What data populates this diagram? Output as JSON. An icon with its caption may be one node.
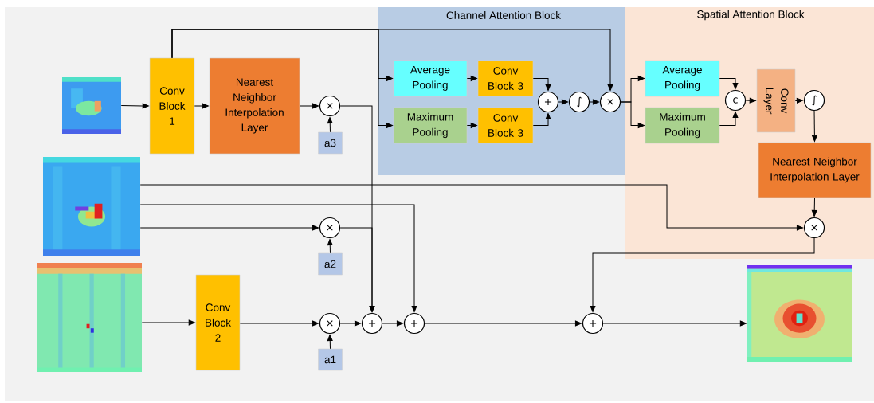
{
  "diagram": {
    "nodes": [
      {
        "text": [
          "Channel Attention Block"
        ]
      },
      {
        "text": [
          "Spatial Attention Block"
        ]
      },
      {
        "text": [],
        "shape": "picture"
      },
      {
        "text": [],
        "shape": "picture"
      },
      {
        "text": [],
        "shape": "picture"
      },
      {
        "text": [
          "Conv Block 1"
        ]
      },
      {
        "text": [
          "Nearest Neighbor Interpolation Layer"
        ]
      },
      {
        "text": [
          "×"
        ]
      },
      {
        "text": [
          "a3"
        ]
      },
      {
        "text": [
          "×"
        ]
      },
      {
        "text": [
          "a2"
        ]
      },
      {
        "text": [
          "Conv Block 2"
        ]
      },
      {
        "text": [
          "×"
        ]
      },
      {
        "text": [
          "a1"
        ]
      },
      {
        "text": [
          "+"
        ]
      },
      {
        "text": [
          "+"
        ]
      },
      {
        "text": [
          "Average Pooling"
        ],
        "in": 0
      },
      {
        "text": [
          "Conv Block 3"
        ],
        "in": 0
      },
      {
        "text": [
          "Maximum Pooling"
        ],
        "in": 0
      },
      {
        "text": [
          "Conv Block 3"
        ],
        "in": 0
      },
      {
        "text": [
          "+"
        ],
        "in": 0
      },
      {
        "text": [
          "∫"
        ],
        "in": 0
      },
      {
        "text": [
          "×"
        ],
        "in": 0
      },
      {
        "text": [
          "Average Pooling"
        ],
        "in": 1
      },
      {
        "text": [
          "Maximum Pooling"
        ],
        "in": 1
      },
      {
        "text": [
          "c"
        ],
        "in": 1
      },
      {
        "text": [
          "Conv Layer"
        ],
        "in": 1
      },
      {
        "text": [
          "∫"
        ],
        "in": 1
      },
      {
        "text": [
          "Nearest Neighbor Interpolation Layer"
        ],
        "in": 1
      },
      {
        "text": [
          "×"
        ],
        "in": 1
      },
      {
        "text": [
          "+"
        ]
      },
      {
        "text": [],
        "shape": "picture"
      }
    ],
    "edges": [
      {
        "from": 2,
        "to": 5,
        "arrow": "to"
      },
      {
        "from": 5,
        "to": 6,
        "arrow": "to"
      },
      {
        "from": 6,
        "to": 7,
        "arrow": "to"
      },
      {
        "from": 8,
        "to": 7,
        "arrow": "to"
      },
      {
        "from": 5,
        "to": 22,
        "arrow": "to"
      },
      {
        "from": 5,
        "to": 16,
        "arrow": "to"
      },
      {
        "from": 5,
        "to": 18,
        "arrow": "to"
      },
      {
        "from": 16,
        "to": 17,
        "arrow": "to"
      },
      {
        "from": 18,
        "to": 19,
        "arrow": "to"
      },
      {
        "from": 17,
        "to": 20,
        "arrow": "to"
      },
      {
        "from": 19,
        "to": 20,
        "arrow": "to"
      },
      {
        "from": 20,
        "to": 21,
        "arrow": "to"
      },
      {
        "from": 21,
        "to": 22,
        "arrow": "to"
      },
      {
        "from": 22,
        "to": 23,
        "arrow": "to"
      },
      {
        "from": 22,
        "to": 24,
        "arrow": "to"
      },
      {
        "from": 23,
        "to": 25,
        "arrow": "to"
      },
      {
        "from": 24,
        "to": 25,
        "arrow": "to"
      },
      {
        "from": 25,
        "to": 26,
        "arrow": "to"
      },
      {
        "from": 26,
        "to": 27,
        "arrow": "to"
      },
      {
        "from": 27,
        "to": 28,
        "arrow": "to"
      },
      {
        "from": 28,
        "to": 29,
        "arrow": "to"
      },
      {
        "from": 7,
        "to": 14,
        "arrow": "to"
      },
      {
        "from": 3,
        "to": 29,
        "arrow": "to"
      },
      {
        "from": 3,
        "to": 15,
        "arrow": "to"
      },
      {
        "from": 3,
        "to": 9,
        "arrow": "to"
      },
      {
        "from": 10,
        "to": 9,
        "arrow": "to"
      },
      {
        "from": 9,
        "to": 14,
        "arrow": "to"
      },
      {
        "from": 4,
        "to": 11,
        "arrow": "to"
      },
      {
        "from": 11,
        "to": 12,
        "arrow": "to"
      },
      {
        "from": 13,
        "to": 12,
        "arrow": "to"
      },
      {
        "from": 12,
        "to": 14,
        "arrow": "to"
      },
      {
        "from": 14,
        "to": 15,
        "arrow": "to"
      },
      {
        "from": 15,
        "to": 30,
        "arrow": "to"
      },
      {
        "from": 30,
        "to": 31,
        "arrow": "to"
      },
      {
        "from": 29,
        "to": 30,
        "arrow": "to"
      }
    ]
  }
}
